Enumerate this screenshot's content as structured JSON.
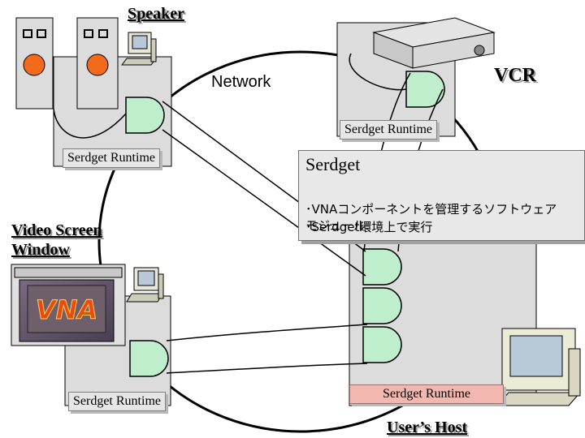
{
  "labels": {
    "speaker": "Speaker",
    "vcr": "VCR",
    "network": "Network",
    "video_screen": "Video Screen\nWindow",
    "users_host": "User’s Host"
  },
  "runtimes": {
    "speaker_host": "Serdget Runtime",
    "vcr_host": "Serdget Runtime",
    "video_host": "Serdget Runtime",
    "user_host": "Serdget Runtime"
  },
  "callout": {
    "title": "Serdget",
    "bullets": [
      "VNAコンポーネントを管理するソフトウェア\nモジュール",
      "Serdget環境上で実行"
    ]
  },
  "logo_text": "VNA"
}
